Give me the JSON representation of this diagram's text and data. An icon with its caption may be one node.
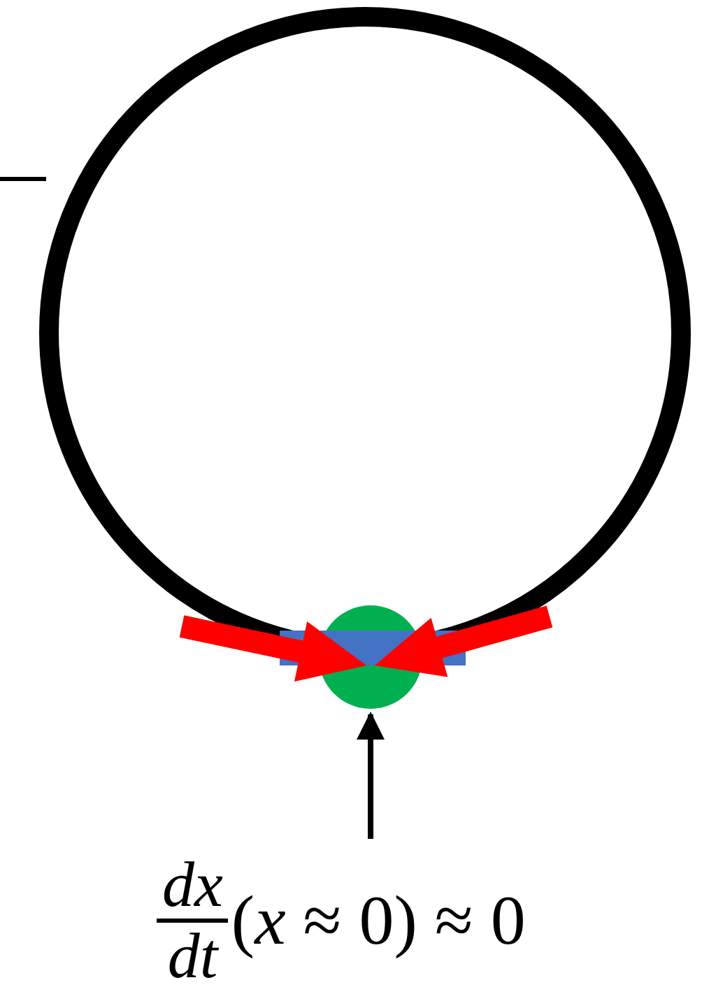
{
  "diagram": {
    "nodes": [
      {
        "text": [],
        "shape": "circle"
      },
      {
        "text": [
          "dx",
          "dt",
          "(*x* ≈ 0) ≈ 0"
        ]
      }
    ],
    "edges": [
      {
        "from": 1,
        "to": 0,
        "arrow": "to"
      }
    ]
  }
}
